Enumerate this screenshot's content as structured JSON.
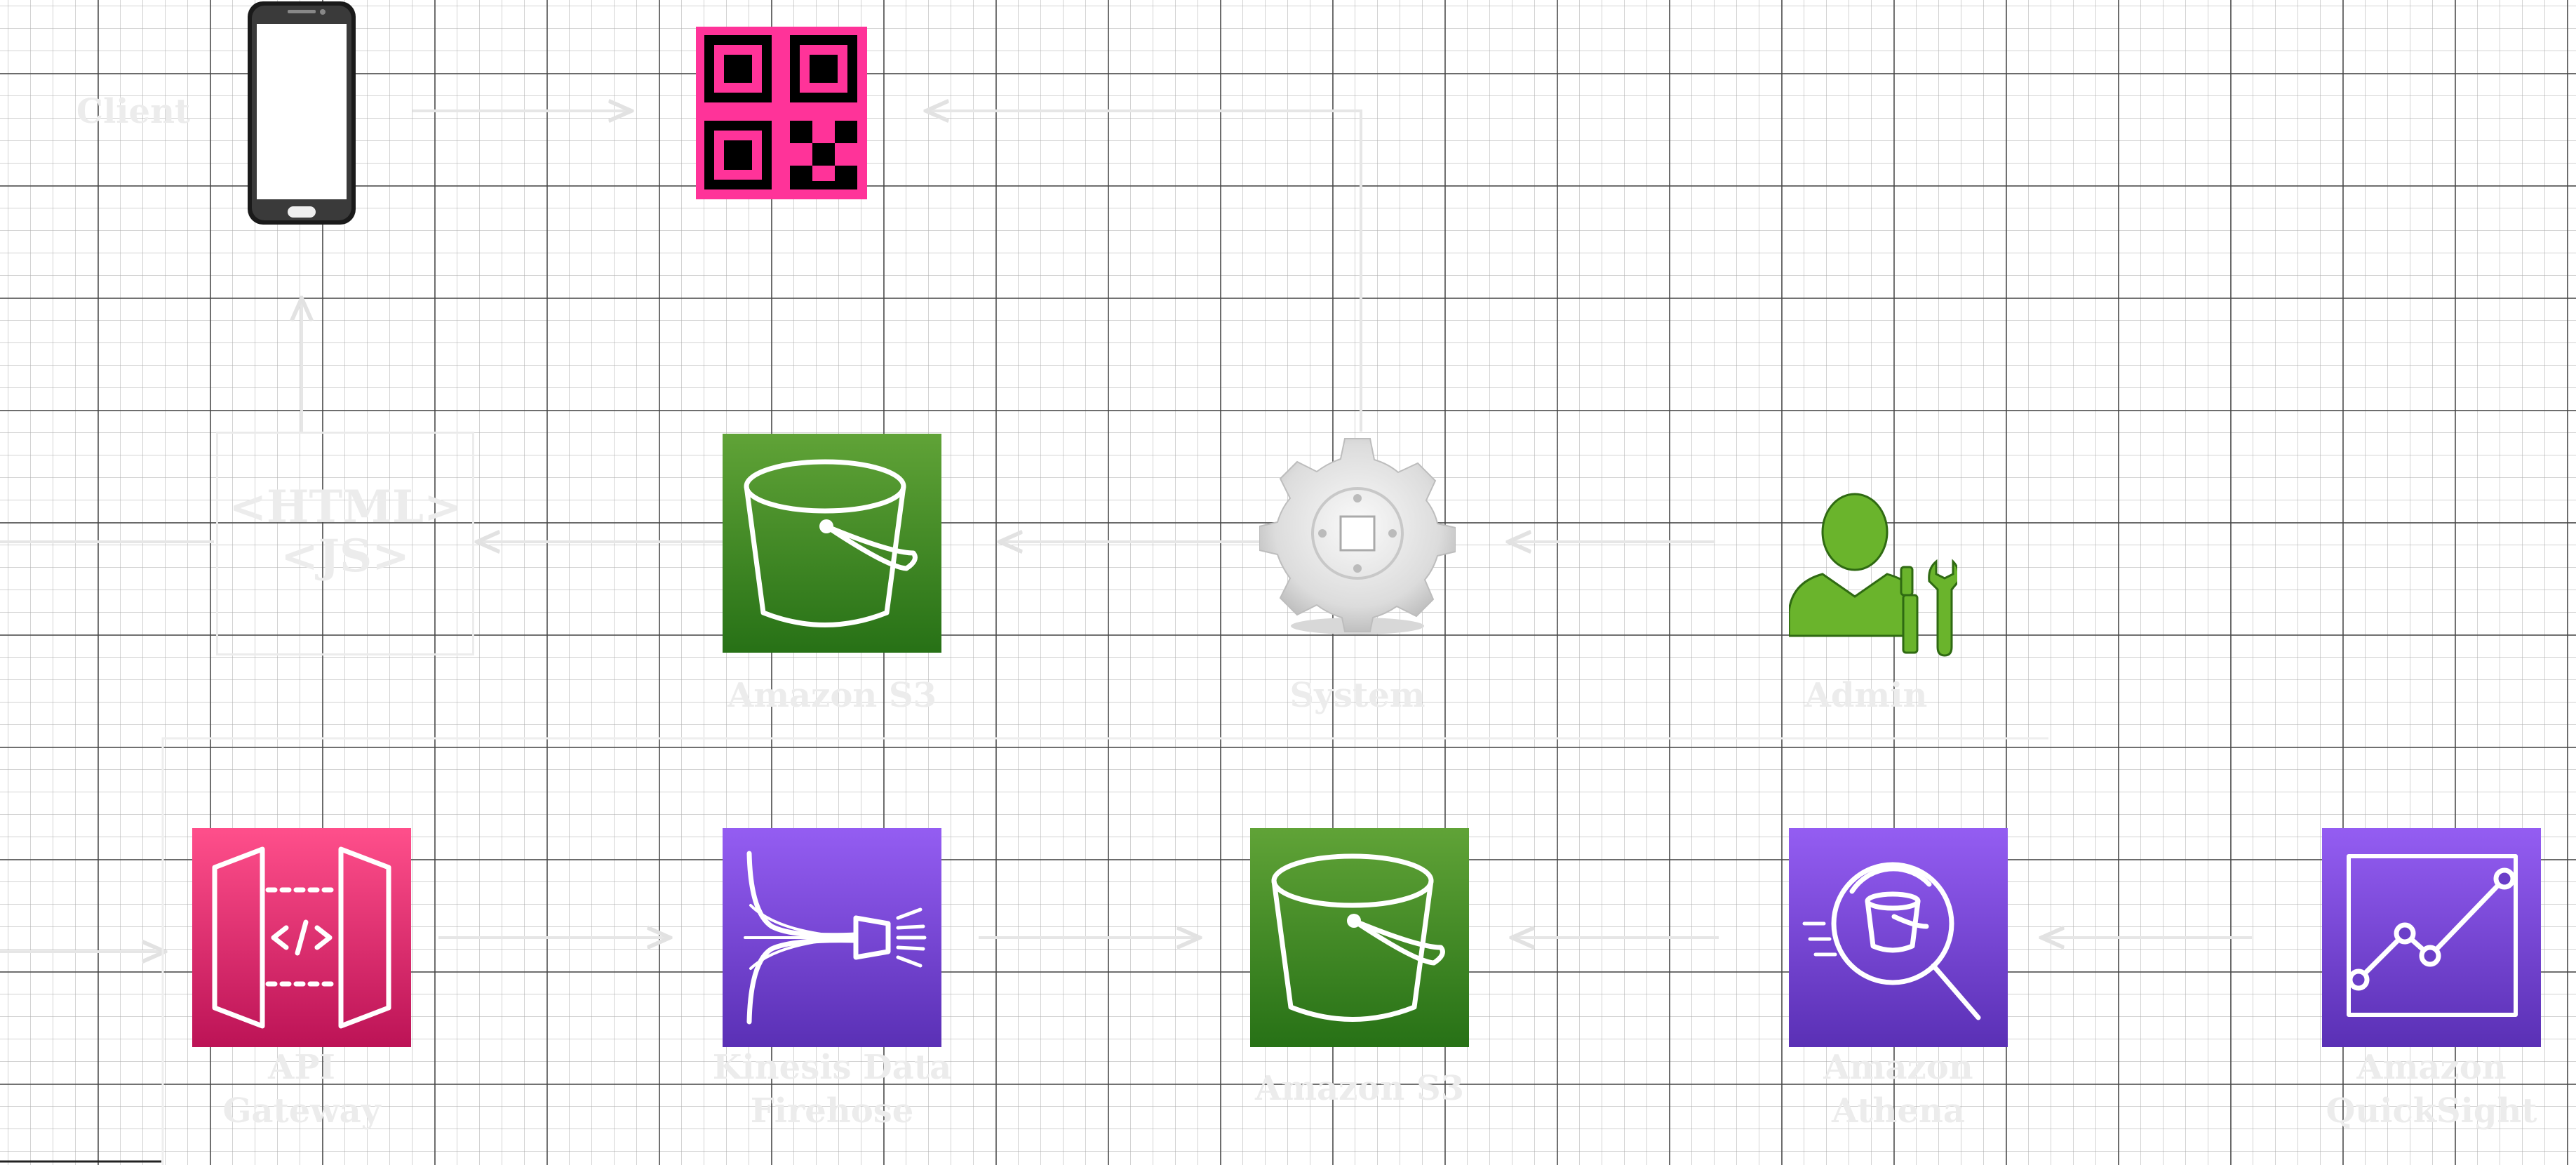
{
  "nodes": {
    "client": {
      "label": "Client",
      "icon": "smartphone-icon"
    },
    "qr": {
      "icon": "qr-code-icon",
      "color": "#FF3399"
    },
    "html_js": {
      "label_line1": "<HTML>",
      "label_line2": "<JS>",
      "icon": "html-js-icon"
    },
    "s3_top": {
      "label": "Amazon S3",
      "icon": "s3-bucket-icon"
    },
    "system": {
      "label": "System",
      "icon": "gear-icon"
    },
    "admin": {
      "label": "Admin",
      "icon": "admin-tools-icon"
    },
    "api_gateway": {
      "label_line1": "API",
      "label_line2": "Gateway",
      "icon": "api-gateway-icon"
    },
    "kinesis": {
      "label_line1": "Kinesis Data",
      "label_line2": "Firehose",
      "icon": "kinesis-firehose-icon"
    },
    "s3_bottom": {
      "label": "Amazon S3",
      "icon": "s3-bucket-icon"
    },
    "athena": {
      "label_line1": "Amazon",
      "label_line2": "Athena",
      "icon": "athena-icon"
    },
    "quicksight": {
      "label_line1": "Amazon",
      "label_line2": "QuickSight",
      "icon": "quicksight-icon"
    }
  },
  "colors": {
    "storage_green_top": "#60A337",
    "storage_green_bottom": "#277116",
    "analytics_purple_top": "#945DF2",
    "analytics_purple_bottom": "#5A30B5",
    "app_integration_top": "#FF4F8B",
    "app_integration_bottom": "#BC1356",
    "admin_green": "#6AB42C",
    "faint_label": "#ECECEC"
  }
}
